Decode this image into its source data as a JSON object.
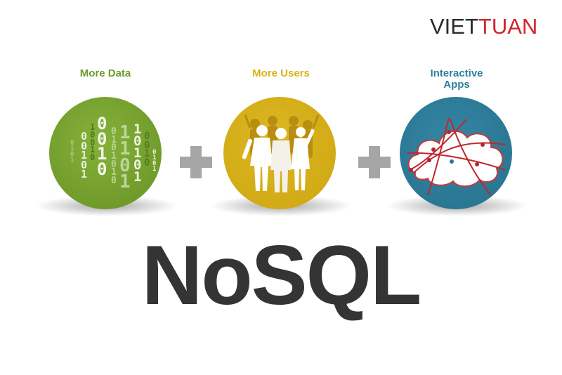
{
  "logo": {
    "part1": "VIET",
    "part2": "TUAN",
    "colors": {
      "part1": "#2b2b2b",
      "part2": "#d4232a"
    }
  },
  "items": [
    {
      "label": "More Data",
      "color": "#77a22f",
      "label_color": "#6e9a2c",
      "icon": "binary-data-icon"
    },
    {
      "label": "More Users",
      "color": "#d4ae17",
      "label_color": "#d8b21b",
      "icon": "people-icon"
    },
    {
      "label_line1": "Interactive",
      "label_line2": "Apps",
      "color": "#2c7a97",
      "label_color": "#2e7f9d",
      "icon": "cloud-network-icon"
    }
  ],
  "operators": [
    "+",
    "+"
  ],
  "title": "NoSQL"
}
